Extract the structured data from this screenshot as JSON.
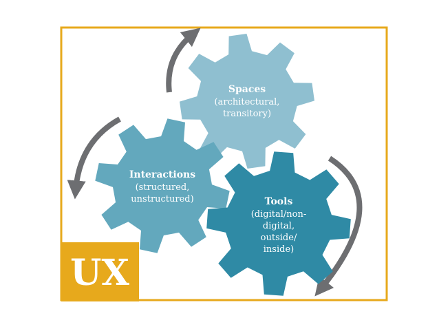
{
  "colors": {
    "frame": "#e7a91c",
    "badge": "#e7a91c",
    "arrow": "#6d6e71",
    "gear_spaces": "#8fbfd0",
    "gear_interactions": "#63a8bd",
    "gear_tools": "#2f8aa5"
  },
  "badge": {
    "label": "UX"
  },
  "gears": [
    {
      "title": "Spaces",
      "lines": [
        "(architectural,",
        "transitory)"
      ]
    },
    {
      "title": "Interactions",
      "lines": [
        "(structured,",
        "unstructured)"
      ]
    },
    {
      "title": "Tools",
      "lines": [
        "(digital/non-",
        "digital,",
        "outside/",
        "inside)"
      ]
    }
  ],
  "arrows": [
    "curved-arrow-top",
    "curved-arrow-left",
    "curved-arrow-right"
  ]
}
